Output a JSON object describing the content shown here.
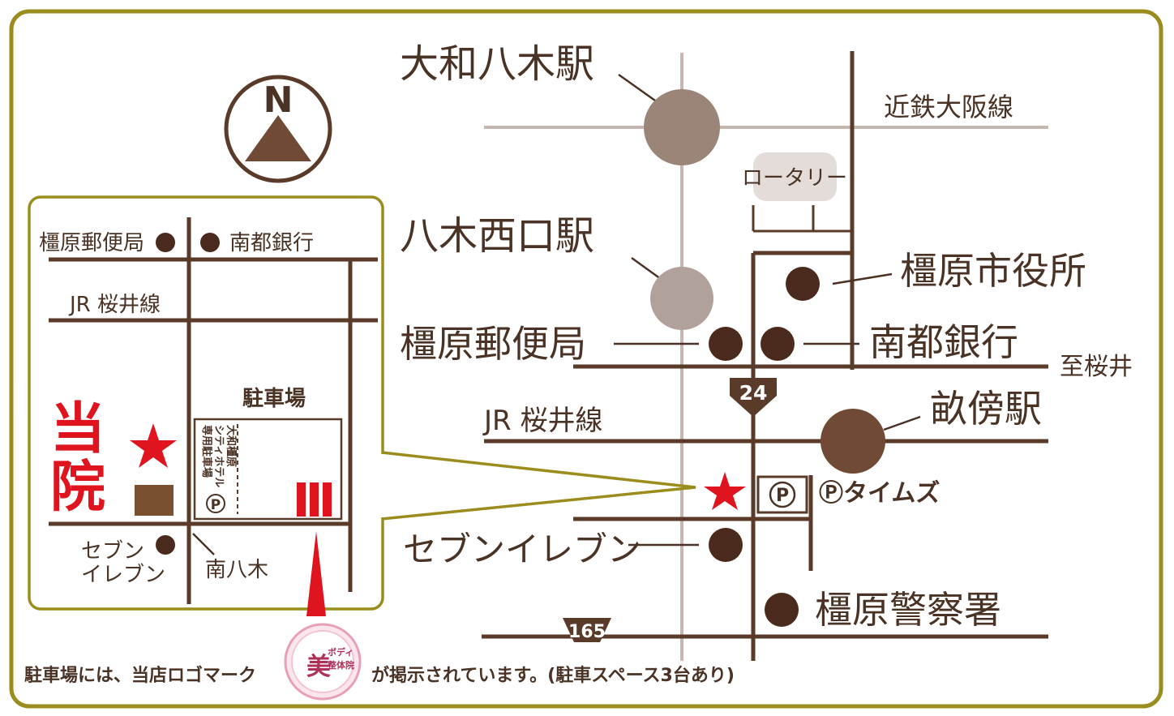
{
  "colors": {
    "road": "#5a3a28",
    "rail": "#c6b8b0",
    "frame": "#9a8d1e",
    "text": "#4a3224",
    "accent": "#e0141e",
    "station_main": "#9b8578",
    "station_small": "#b0a29a",
    "station_dark": "#704a34",
    "poi": "#4a2a1c",
    "bubble": "#e4dcd8"
  },
  "icons": {
    "north": "north-arrow-icon",
    "shop": "star-icon",
    "parking": "parking-icon",
    "logo": "clinic-logo-icon"
  },
  "compass": {
    "label": "N"
  },
  "main_map": {
    "yamato_yagi_station": "大和八木駅",
    "kintetsu_osaka_line": "近鉄大阪線",
    "rotary": "ロータリー",
    "yagi_nishiguchi_station": "八木西口駅",
    "city_hall": "橿原市役所",
    "post_office": "橿原郵便局",
    "nanto_bank": "南都銀行",
    "to_sakurai": "至桜井",
    "route_24": "24",
    "jr_sakurai_line": "JR 桜井線",
    "unebi_station": "畝傍駅",
    "times_parking": "Ⓟタイムズ",
    "parking_symbol": "P",
    "seven_eleven": "セブンイレブン",
    "police_station": "橿原警察署",
    "route_165": "165"
  },
  "inset_map": {
    "post_office": "橿原郵便局",
    "nanto_bank": "南都銀行",
    "jr_sakurai_line": "JR 桜井線",
    "shop_line1": "当",
    "shop_line2": "院",
    "parking_title": "駐車場",
    "hotel_lines": [
      "大和橿原",
      "シティホテル",
      "専用駐車場"
    ],
    "parking_symbol": "P",
    "seven_line1": "セブン",
    "seven_line2": "イレブン",
    "minami_yagi": "南八木"
  },
  "footer": {
    "before_logo": "駐車場には、当店ロゴマーク",
    "after_logo": "が掲示されています。(駐車スペース3台あり)",
    "logo_main": "美",
    "logo_sub1": "ボディ",
    "logo_sub2": "整体院"
  }
}
